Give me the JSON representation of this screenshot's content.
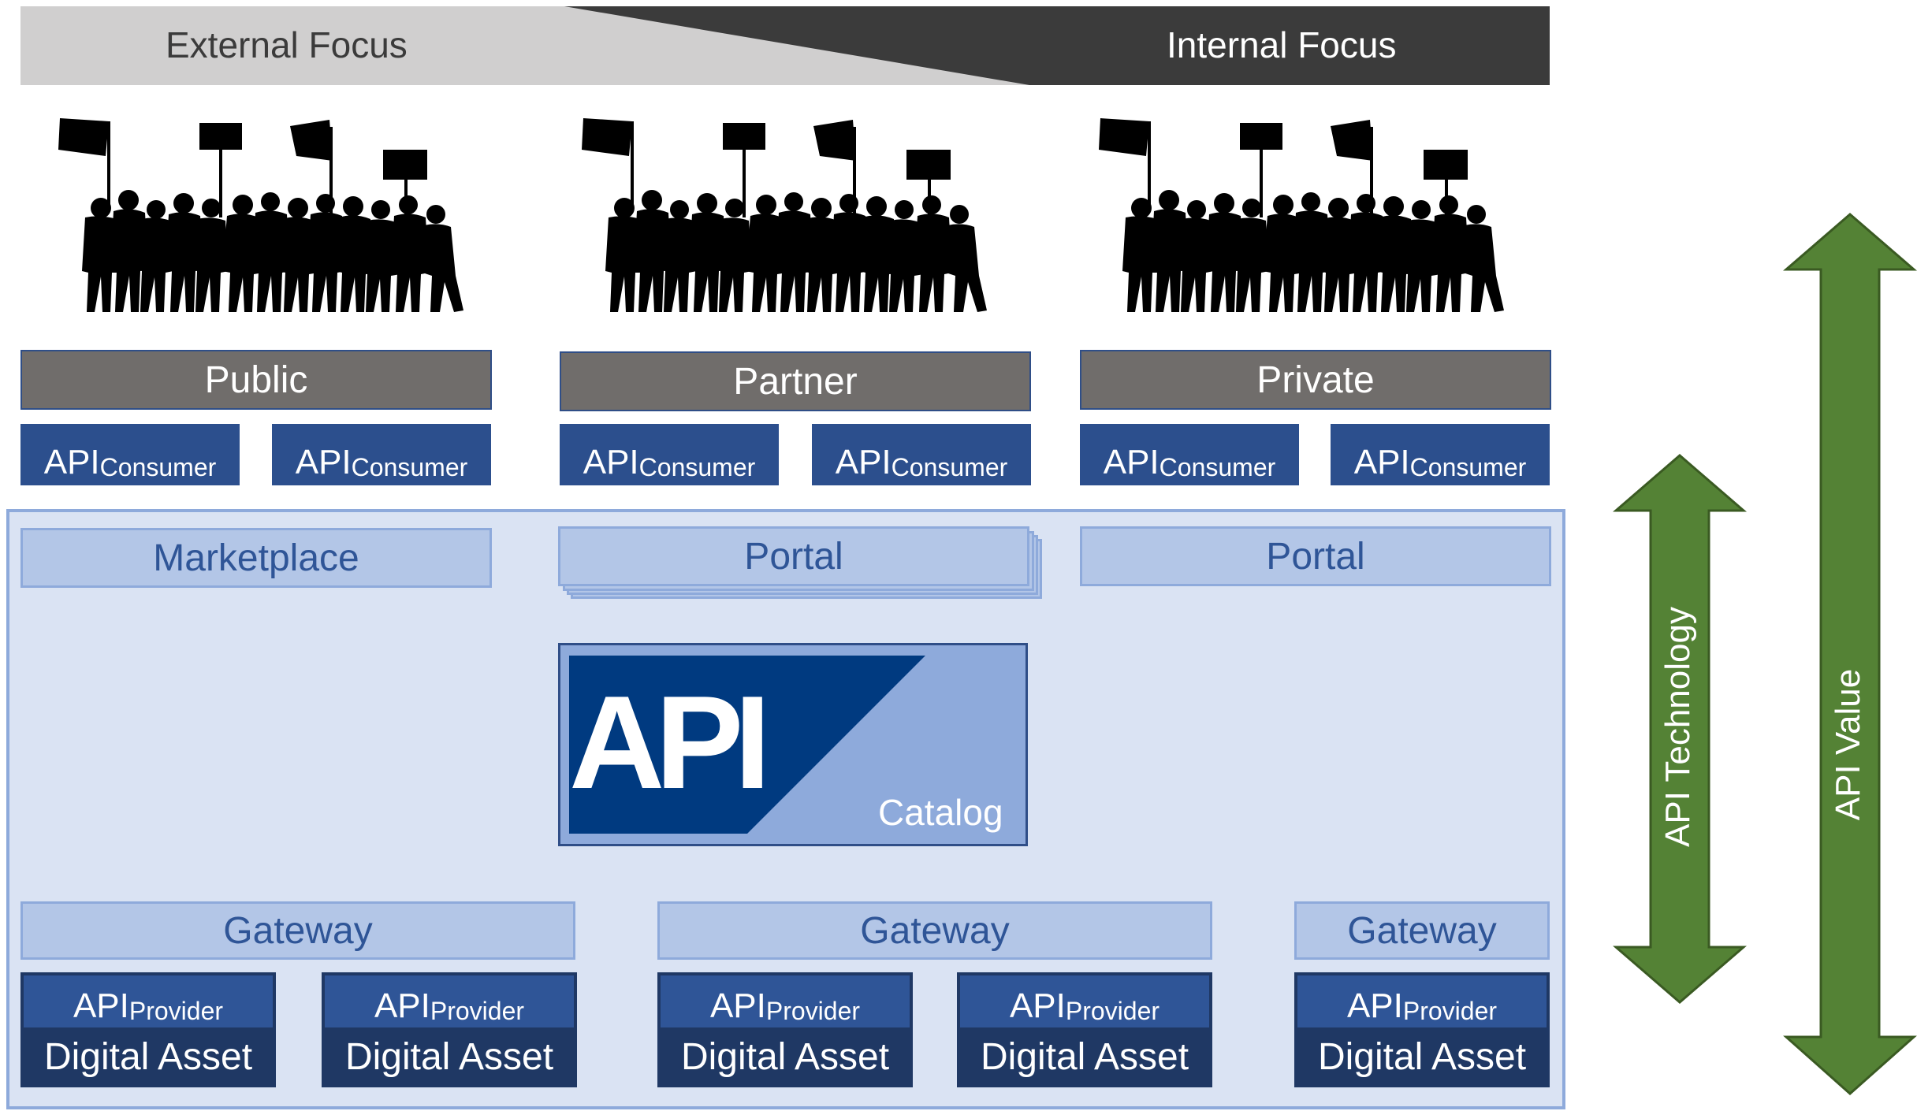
{
  "banner": {
    "external": "External Focus",
    "internal": "Internal Focus"
  },
  "columns": [
    {
      "header": "Public",
      "consumers": [
        "API",
        "API"
      ],
      "consumer_sub": "Consumer",
      "channel": "Marketplace"
    },
    {
      "header": "Partner",
      "consumers": [
        "API",
        "API"
      ],
      "consumer_sub": "Consumer",
      "channel": "Portal"
    },
    {
      "header": "Private",
      "consumers": [
        "API",
        "API"
      ],
      "consumer_sub": "Consumer",
      "channel": "Portal"
    }
  ],
  "catalog": {
    "logo_text": "API",
    "label": "Catalog"
  },
  "gateways": [
    "Gateway",
    "Gateway",
    "Gateway"
  ],
  "providers": {
    "top": "API",
    "sub": "Provider",
    "bottom": "Digital Asset",
    "count": 5
  },
  "arrows": {
    "technology": "API Technology",
    "value": "API Value"
  },
  "colors": {
    "dark_blue": "#2c4f8d",
    "light_blue": "#b3c6e7",
    "green": "#548235",
    "grey": "#706d6b"
  }
}
